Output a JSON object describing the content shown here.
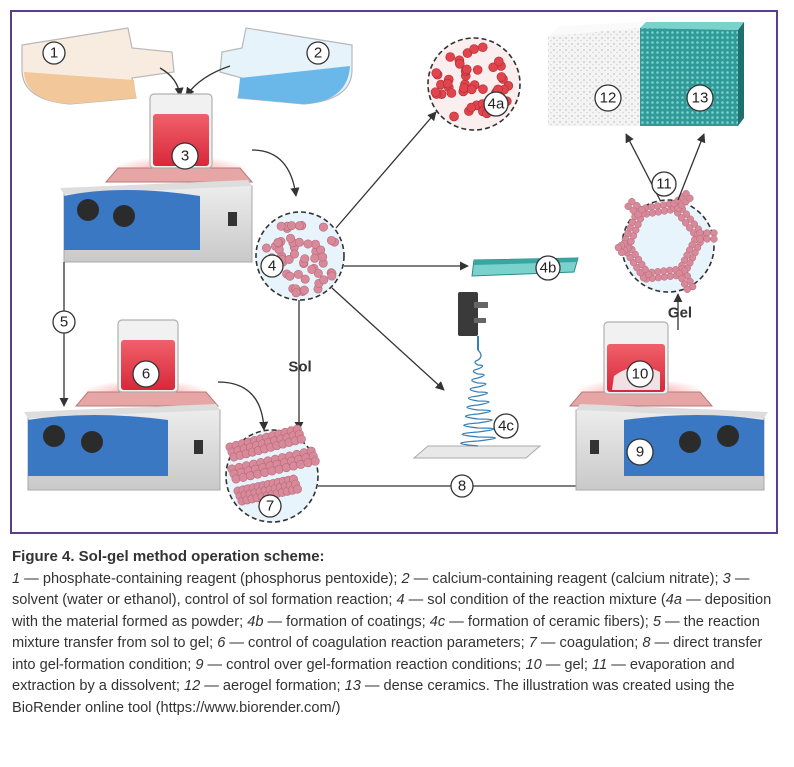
{
  "diagram": {
    "labels": {
      "n1": "1",
      "n2": "2",
      "n3": "3",
      "n4": "4",
      "n4a": "4a",
      "n4b": "4b",
      "n4c": "4c",
      "n5": "5",
      "n6": "6",
      "n7": "7",
      "n8": "8",
      "n9": "9",
      "n10": "10",
      "n11": "11",
      "n12": "12",
      "n13": "13",
      "sol": "Sol",
      "gel": "Gel"
    },
    "colors": {
      "frame": "#5a3e8e",
      "reagent_1": "#f2c79a",
      "reagent_2": "#6ab8ea",
      "sol_liquid": "#e8424f",
      "particle": "#d98a9a",
      "particle_dense": "#e0454d",
      "fiber": "#3a80b8",
      "ceramic": "#2a8a8a",
      "hotplate_panel": "#3b78c4"
    }
  },
  "caption": {
    "title": "Figure 4. Sol-gel method operation scheme:",
    "items": [
      {
        "num": "1",
        "text": " — phosphate-containing reagent (phosphorus pentoxide); "
      },
      {
        "num": "2",
        "text": " — calcium-containing reagent (calcium nitrate); "
      },
      {
        "num": "3",
        "text": " — solvent (water or ethanol), control of sol formation reaction; "
      },
      {
        "num": "4",
        "text": " — sol condition of the reaction mixture ("
      },
      {
        "num": "4a",
        "text": " — deposition with the material formed as powder; "
      },
      {
        "num": "4b",
        "text": " — formation of coatings; "
      },
      {
        "num": "4c",
        "text": " — formation of ceramic fibers); "
      },
      {
        "num": "5",
        "text": " — the reaction mixture transfer from sol to gel; "
      },
      {
        "num": "6",
        "text": " — control of coagulation reaction parameters; "
      },
      {
        "num": "7",
        "text": " — coagulation; "
      },
      {
        "num": "8",
        "text": " — direct transfer into gel-formation condition; "
      },
      {
        "num": "9",
        "text": " — control over gel-formation reaction conditions; "
      },
      {
        "num": "10",
        "text": " — gel; "
      },
      {
        "num": "11",
        "text": " — evaporation and extraction by a dissolvent; "
      },
      {
        "num": "12",
        "text": " — aerogel formation; "
      },
      {
        "num": "13",
        "text": " — dense ceramics. "
      }
    ],
    "tail": "The illustration was created using the BioRender online tool (https://www.biorender.com/)"
  }
}
